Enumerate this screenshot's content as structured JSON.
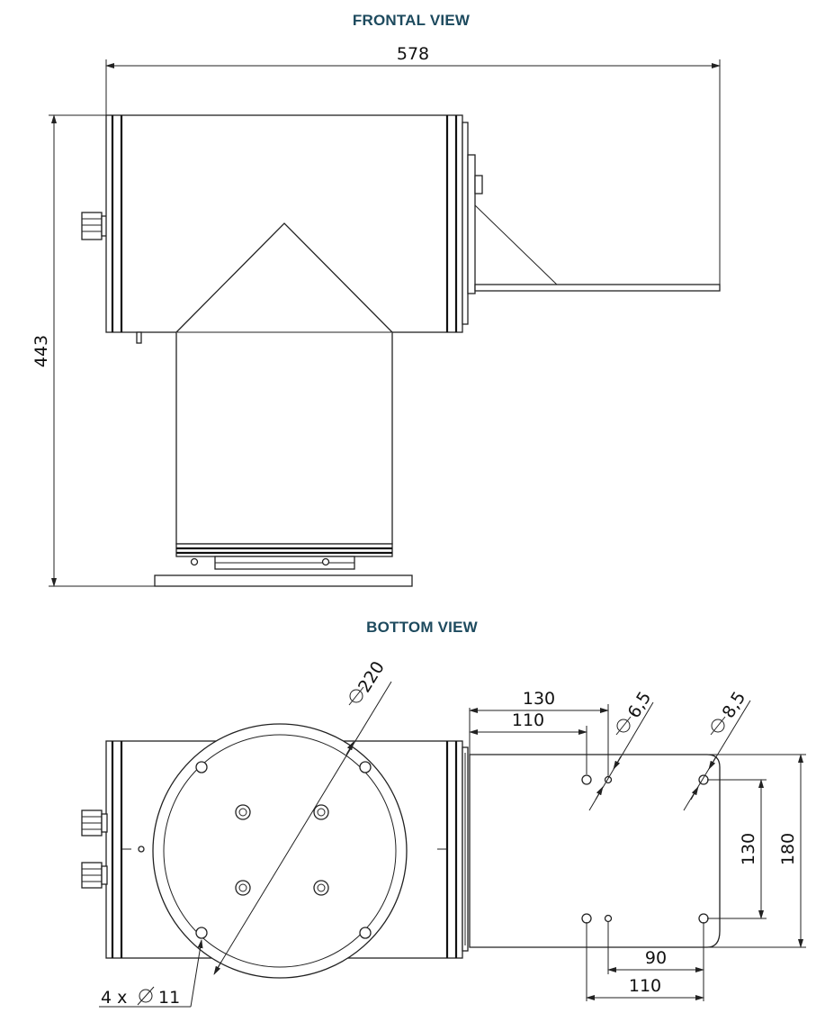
{
  "frontal_view": {
    "title": "FRONTAL VIEW",
    "dim_width": "578",
    "dim_height": "443"
  },
  "bottom_view": {
    "title": "BOTTOM VIEW",
    "dim_diameter": "220",
    "dim_holes": "4 x",
    "dim_holes_diameter": "11"
  },
  "bracket_view": {
    "dim_130_top": "130",
    "dim_110_top": "110",
    "dim_hole_small": "6,5",
    "dim_hole_large": "8,5",
    "dim_130_right": "130",
    "dim_180_right": "180",
    "dim_90_bottom": "90",
    "dim_110_bottom": "110"
  }
}
